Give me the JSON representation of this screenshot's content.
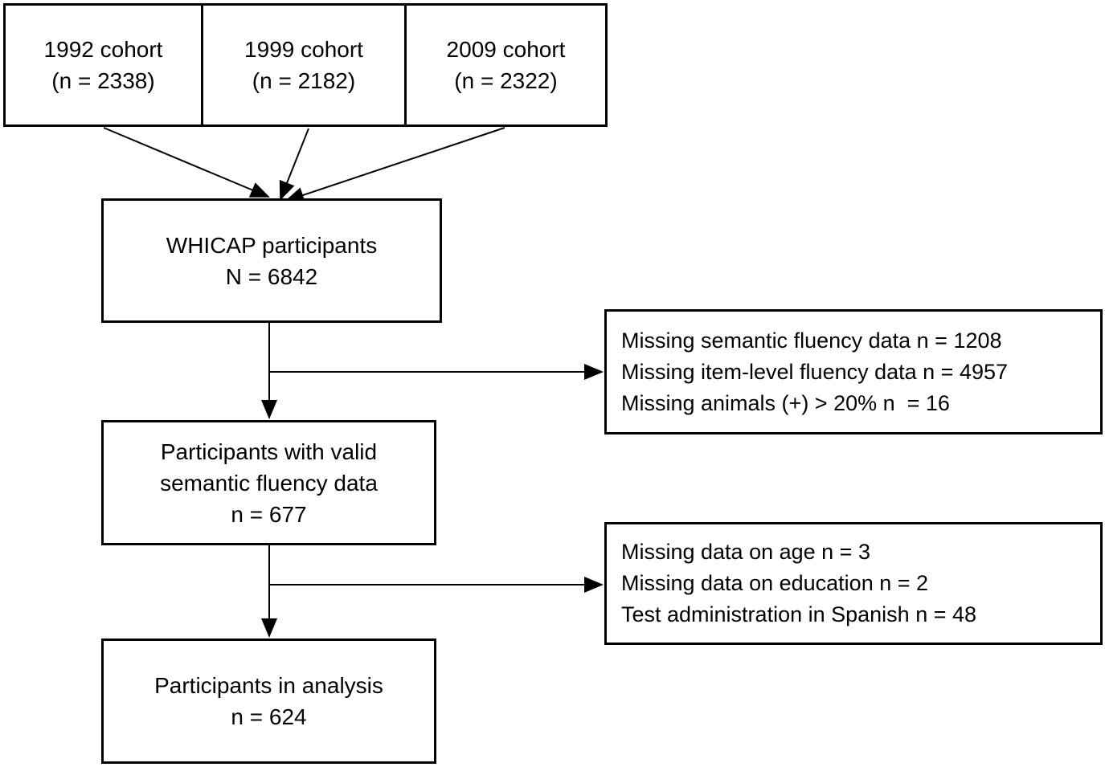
{
  "figure": {
    "type": "flowchart",
    "background_color": "#ffffff",
    "line_color": "#000000",
    "text_color": "#000000",
    "nodes": {
      "cohort_1992": {
        "lines": [
          "1992 cohort",
          "(n = 2338)"
        ]
      },
      "cohort_1999": {
        "lines": [
          "1999 cohort",
          "(n = 2182)"
        ]
      },
      "cohort_2009": {
        "lines": [
          "2009 cohort",
          "(n = 2322)"
        ]
      },
      "whicap": {
        "lines": [
          "WHICAP participants",
          "N = 6842"
        ]
      },
      "valid_fluency": {
        "lines": [
          "Participants with valid",
          "semantic fluency data",
          "n = 677"
        ]
      },
      "analysis": {
        "lines": [
          "Participants in analysis",
          "n = 624"
        ]
      },
      "excluded_1": {
        "lines": [
          "Missing semantic fluency data n = 1208",
          "Missing item-level fluency data n = 4957",
          "Missing animals (+) > 20% n  = 16"
        ]
      },
      "excluded_2": {
        "lines": [
          "Missing data on age n = 3",
          "Missing data on education n = 2",
          "Test administration in Spanish n = 48"
        ]
      }
    },
    "edges": [
      {
        "from": "cohort_1992",
        "to": "whicap"
      },
      {
        "from": "cohort_1999",
        "to": "whicap"
      },
      {
        "from": "cohort_2009",
        "to": "whicap"
      },
      {
        "from": "whicap",
        "to": "valid_fluency"
      },
      {
        "from": "whicap",
        "to": "excluded_1"
      },
      {
        "from": "valid_fluency",
        "to": "analysis"
      },
      {
        "from": "valid_fluency",
        "to": "excluded_2"
      }
    ]
  }
}
